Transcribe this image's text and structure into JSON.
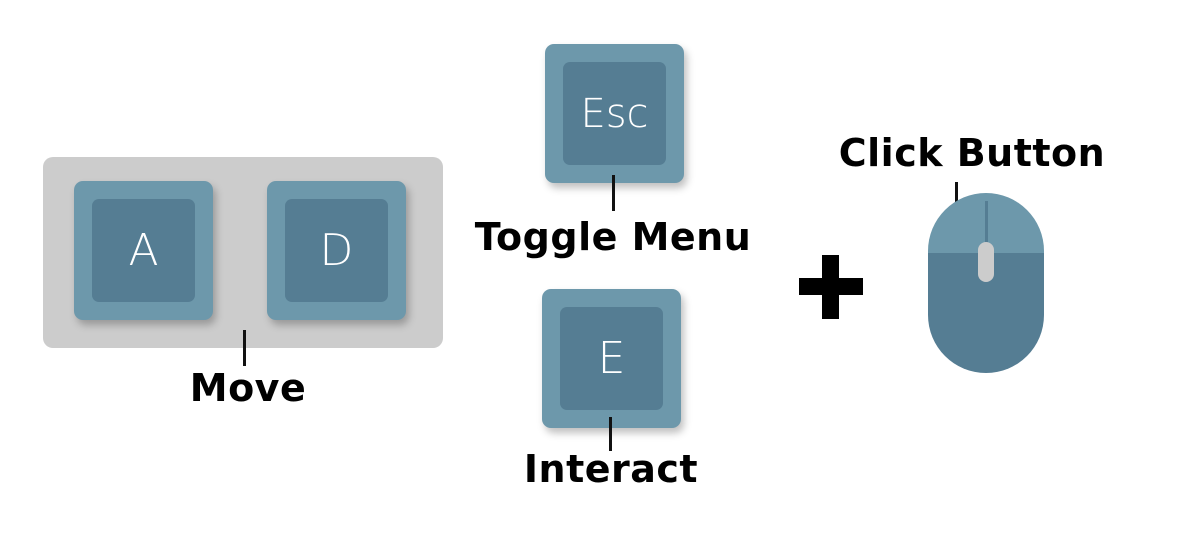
{
  "colors": {
    "background": "#ffffff",
    "group_background": "#cccccc",
    "key_outer": "#6d98ab",
    "key_inner": "#557d93",
    "key_text": "#ffffff",
    "label_text": "#000000",
    "mouse_top": "#6d98ab",
    "mouse_bottom": "#557d93",
    "mouse_wheel": "#cccccc"
  },
  "controls": {
    "move": {
      "keys": [
        "A",
        "D"
      ],
      "label": "Move"
    },
    "toggle_menu": {
      "key": "Esc",
      "label": "Toggle Menu"
    },
    "interact": {
      "key": "E",
      "label": "Interact"
    },
    "click": {
      "combinator": "+",
      "label": "Click Button",
      "device": "mouse-left-button"
    }
  }
}
